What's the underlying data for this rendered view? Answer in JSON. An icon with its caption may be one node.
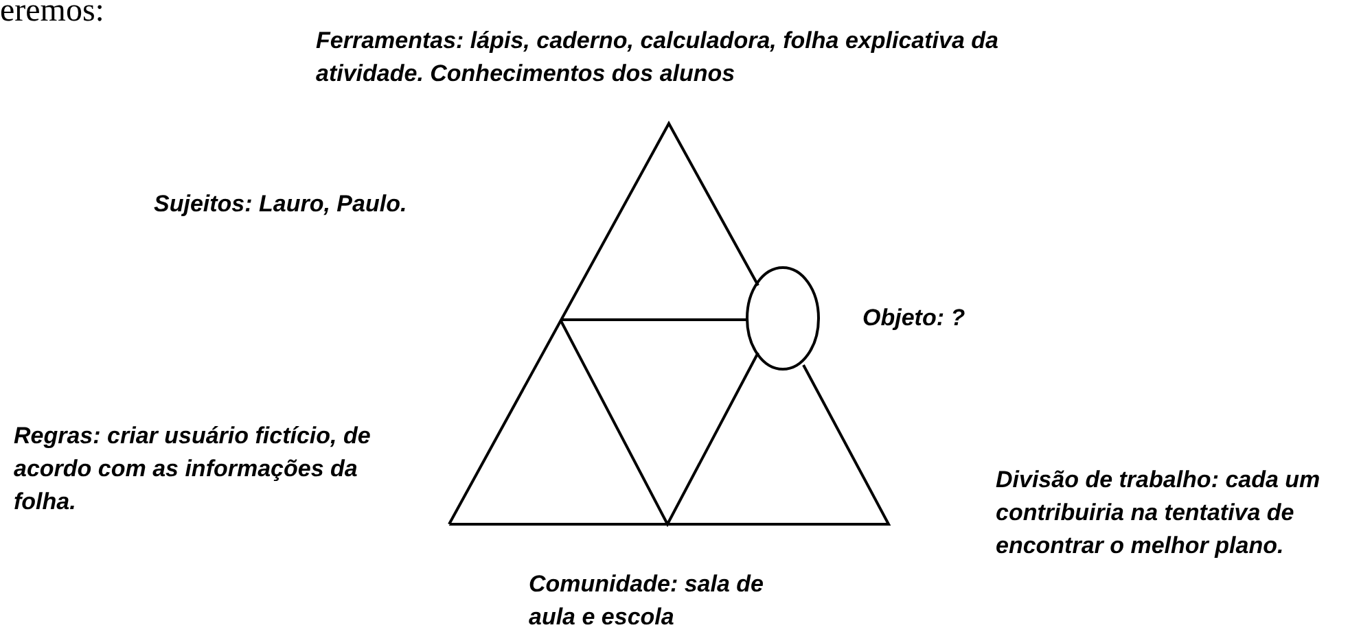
{
  "diagram": {
    "labels": [
      "eremos:",
      "Ferramentas: lápis, caderno, calculadora, folha explicativa da atividade. Conhecimentos dos alunos",
      "Sujeitos: Lauro, Paulo.",
      "Objeto: ?",
      "Regras: criar usuário fictício, de acordo com as informações da folha.",
      "Comunidade: sala de aula e escola",
      "Divisão de trabalho: cada um contribuiria na tentativa de encontrar o melhor plano."
    ]
  }
}
